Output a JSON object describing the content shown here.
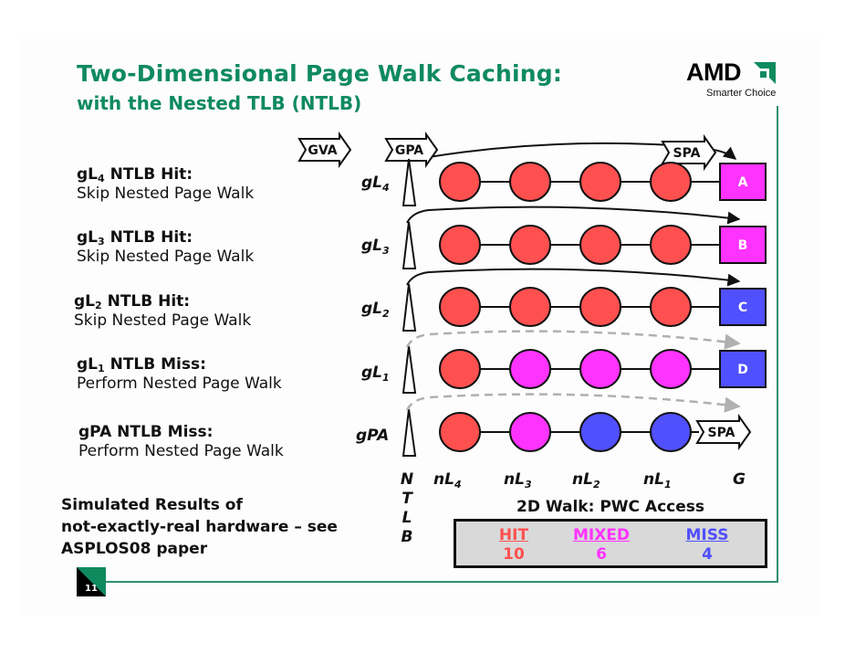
{
  "slide": {
    "title_line1": "Two-Dimensional Page Walk Caching:",
    "title_line2": "with the Nested TLB (NTLB)",
    "logo": {
      "wordmark": "AMD",
      "tagline": "Smarter Choice",
      "icon": "amd-arrow-icon"
    },
    "page_number": "11",
    "accent_color": "#0f8a5f"
  },
  "descriptions": [
    {
      "prefix": "gL",
      "sub": "4",
      "heading": " NTLB Hit:",
      "text": "Skip Nested Page Walk"
    },
    {
      "prefix": "gL",
      "sub": "3",
      "heading": " NTLB Hit:",
      "text": "Skip Nested Page Walk"
    },
    {
      "prefix": "gL",
      "sub": "2",
      "heading": " NTLB Hit:",
      "text": "Skip Nested Page Walk"
    },
    {
      "prefix": "gL",
      "sub": "1",
      "heading": " NTLB Miss:",
      "text": "Perform Nested Page Walk"
    },
    {
      "prefix": "gPA",
      "sub": "",
      "heading": " NTLB Miss:",
      "text": "Perform Nested Page Walk"
    }
  ],
  "simulated_note": [
    "Simulated Results of",
    "not-exactly-real hardware – see",
    "ASPLOS08 paper"
  ],
  "diagram": {
    "top_arrows": [
      "GVA",
      "GPA",
      "SPA"
    ],
    "rows": [
      {
        "label": "gL",
        "sub": "4",
        "nodes": [
          "hit",
          "hit",
          "hit",
          "hit"
        ],
        "result": "A",
        "result_type": "mixed",
        "link": "solid"
      },
      {
        "label": "gL",
        "sub": "3",
        "nodes": [
          "hit",
          "hit",
          "hit",
          "hit"
        ],
        "result": "B",
        "result_type": "mixed",
        "link": "solid"
      },
      {
        "label": "gL",
        "sub": "2",
        "nodes": [
          "hit",
          "hit",
          "hit",
          "hit"
        ],
        "result": "C",
        "result_type": "miss",
        "link": "solid"
      },
      {
        "label": "gL",
        "sub": "1",
        "nodes": [
          "hit",
          "mixed",
          "mixed",
          "mixed"
        ],
        "result": "D",
        "result_type": "miss",
        "link": "dashed"
      },
      {
        "label": "gPA",
        "sub": "",
        "nodes": [
          "hit",
          "mixed",
          "miss",
          "miss"
        ],
        "result": "SPA",
        "result_type": "arrow",
        "link": "dashed"
      }
    ],
    "columns": [
      {
        "label": "nL",
        "sub": "4"
      },
      {
        "label": "nL",
        "sub": "3"
      },
      {
        "label": "nL",
        "sub": "2"
      },
      {
        "label": "nL",
        "sub": "1"
      },
      {
        "label": "G",
        "sub": ""
      }
    ],
    "ntlb_letters": [
      "N",
      "T",
      "L",
      "B"
    ],
    "colors": {
      "hit": "#ff5050",
      "mixed": "#ff33ff",
      "miss": "#5050ff",
      "dashed": "#b0b0b0"
    }
  },
  "pwc_access": {
    "title": "2D Walk: PWC Access",
    "items": [
      {
        "label": "HIT",
        "value": "10",
        "color": "#ff5050"
      },
      {
        "label": "MIXED",
        "value": "6",
        "color": "#ff33ff"
      },
      {
        "label": "MISS",
        "value": "4",
        "color": "#5050ff"
      }
    ]
  }
}
